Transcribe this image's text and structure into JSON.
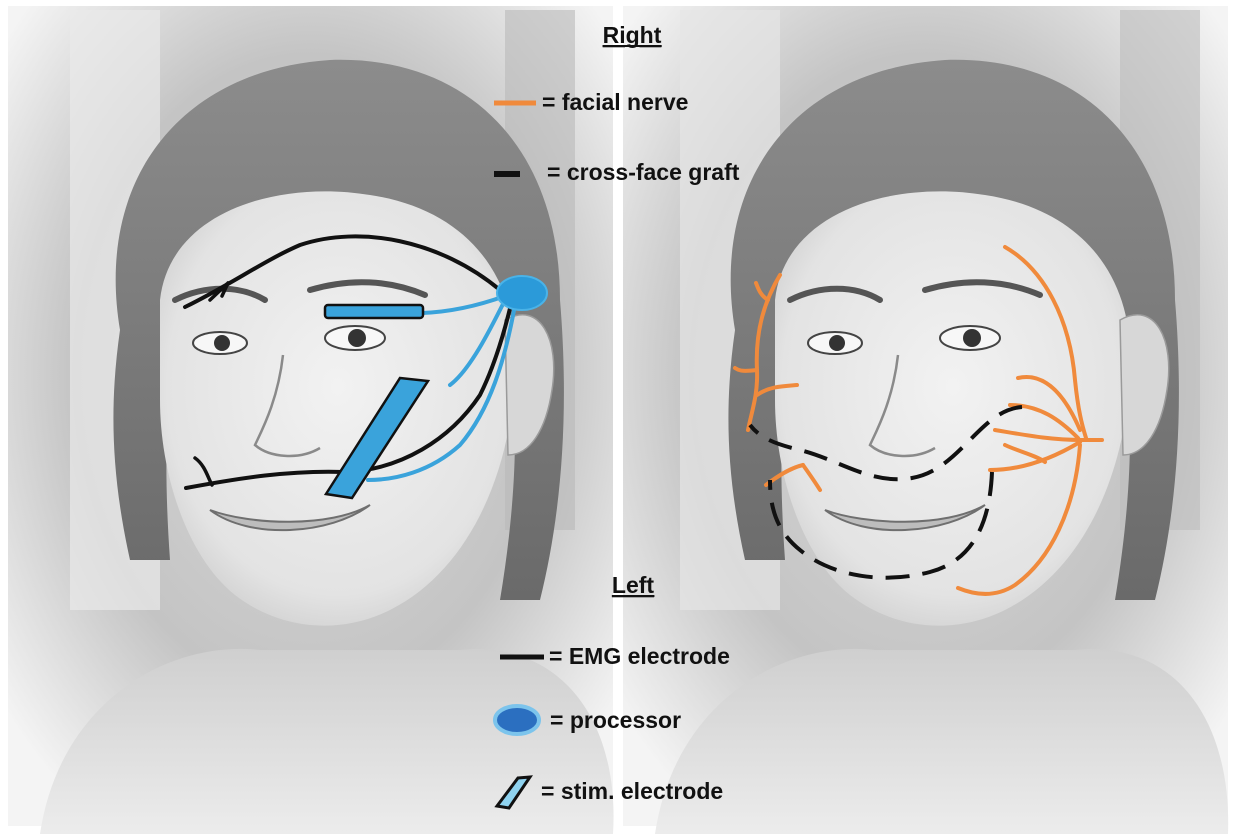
{
  "legend_right": {
    "heading": "Right",
    "items": [
      {
        "icon": "orange-line-swatch",
        "label": "= facial nerve"
      },
      {
        "icon": "black-dash-swatch",
        "label": "= cross-face graft"
      }
    ]
  },
  "legend_left": {
    "heading": "Left",
    "items": [
      {
        "icon": "black-line-swatch",
        "label": "= EMG electrode"
      },
      {
        "icon": "blue-ellipse-swatch",
        "label": "= processor"
      },
      {
        "icon": "blue-parallelogram-swatch",
        "label": "= stim. electrode"
      }
    ]
  },
  "colors": {
    "facial_nerve": "#f08a3c",
    "cross_face_graft": "#111111",
    "emg_electrode": "#111111",
    "processor": "#2b9ad9",
    "stim_electrode": "#3aa3db",
    "lead_wire": "#3aa3db"
  }
}
